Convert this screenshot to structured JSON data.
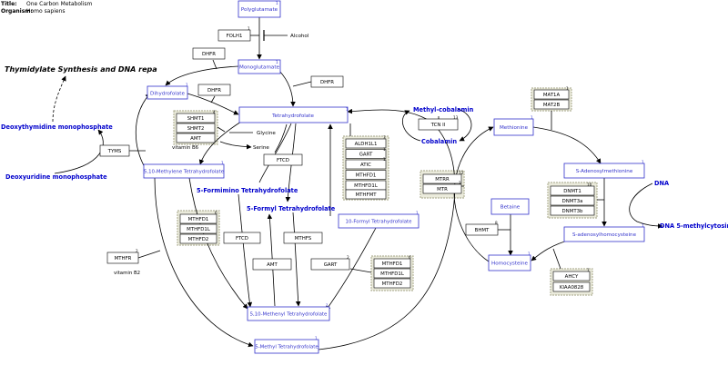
{
  "header": {
    "title_label": "Title:",
    "title_value": "One Carbon Metabolism",
    "organism_label": "Organism:",
    "organism_value": "Homo sapiens"
  },
  "colors": {
    "metabolite": "#3333cc",
    "gene_border": "#000000",
    "group_fill": "#ebebdc",
    "group_border": "#b4b49a",
    "label_blue": "#0000cc"
  },
  "metabolites": {
    "polyglutamate": "Polyglutamate",
    "monoglutamate": "Monoglutamate",
    "dihydrofolate": "Dihydrofolate",
    "tetrahydrofolate": "Tetrahydrofolate",
    "methylene_thf": "5,10-Methylene Tetrahydrofolate",
    "methenyl_thf": "5,10-Methenyl Tetrahydrofolate",
    "methyl_thf": "5-Methyl Tetrahydrofolate",
    "formyl_thf": "10-Formyl Tetrahydrofolate",
    "methionine": "Methionine",
    "sam": "S-Adenosylmethionine",
    "sah": "S-adenosylhomocysteine",
    "homocysteine": "Homocysteine",
    "betaine": "Betaine"
  },
  "labels": {
    "thymidylate": "Thymidylate Synthesis and DNA repa",
    "dtmp": "Deoxythymidine monophosphate",
    "dump": "Deoxyuridine monophosphate",
    "formimino": "5-Formimino Tetrahydrofolate",
    "formyl5": "5-Formyl Tetrahydrofolate",
    "methylcobalamin": "Methyl-cobalamin",
    "cobalamin": "Cobalamin",
    "dna": "DNA",
    "dna_methyl": "DNA 5-methylcytosine",
    "alcohol": "Alcohol",
    "glycine": "Glycine",
    "serine": "Serine",
    "vitamin_b6": "vitamin B6",
    "vitamin_b2": "vitamin B2"
  },
  "genes": {
    "folh1": "FOLH1",
    "dhfr_top": "DHFR",
    "dhfr_mid": "DHFR",
    "dhfr_right": "DHFR",
    "tyms": "TYMS",
    "shmt1": "SHMT1",
    "shmt2": "SHMT2",
    "amt_group": "AMT",
    "aldh1l1": "ALDH1L1",
    "gart_group": "GART",
    "atic": "ATIC",
    "mthfd1_a": "MTHFD1",
    "mthfd1l_a": "MTHFD1L",
    "mthfmt": "MTHFMT",
    "ftcd_top": "FTCD",
    "mthfd1_b": "MTHFD1",
    "mthfd1l_b": "MTHFD1L",
    "mthfd2_b": "MTHFD2",
    "mthfr": "MTHFR",
    "ftcd_bot": "FTCD",
    "mthfs": "MTHFS",
    "amt": "AMT",
    "gart": "GART",
    "mthfd1_c": "MTHFD1",
    "mthfd1l_c": "MTHFD1L",
    "mthfd2_c": "MTHFD2",
    "tcn2": "TCN II",
    "mtrr": "MTRR",
    "mtr": "MTR",
    "mat1a": "MAT1A",
    "mat2b": "MAT2B",
    "dnmt1": "DNMT1",
    "dnmt3a": "DNMT3a",
    "dnmt3b": "DNMT3b",
    "bhmt": "BHMT",
    "ahcy": "AHCY",
    "kiaa0828": "KIAA0828"
  },
  "badges": {
    "b_poly": "1",
    "b_folh1": "1",
    "b_mono": "1",
    "b_dhf": "1",
    "b_thf": "1",
    "b_shmt": "4",
    "b_mthf_methylene": "1",
    "b_aldh": "3",
    "b_gart_g": "1",
    "b_atic": "1",
    "b_mthfd_b": "6",
    "b_mthfr": "2",
    "b_formyl": "1",
    "b_gart": "2",
    "b_mthfd_c": "6",
    "b_methenyl": "1",
    "b_methyl": "1",
    "b_tcn": "13",
    "b_met": "1",
    "b_mtr": "12",
    "b_mtr2": "1",
    "b_mat": "1",
    "b_sam": "1",
    "b_dnmt": "10",
    "b_sah": "1",
    "b_bhmt": "8",
    "b_hcy": "1",
    "b_ahcy": "1"
  }
}
